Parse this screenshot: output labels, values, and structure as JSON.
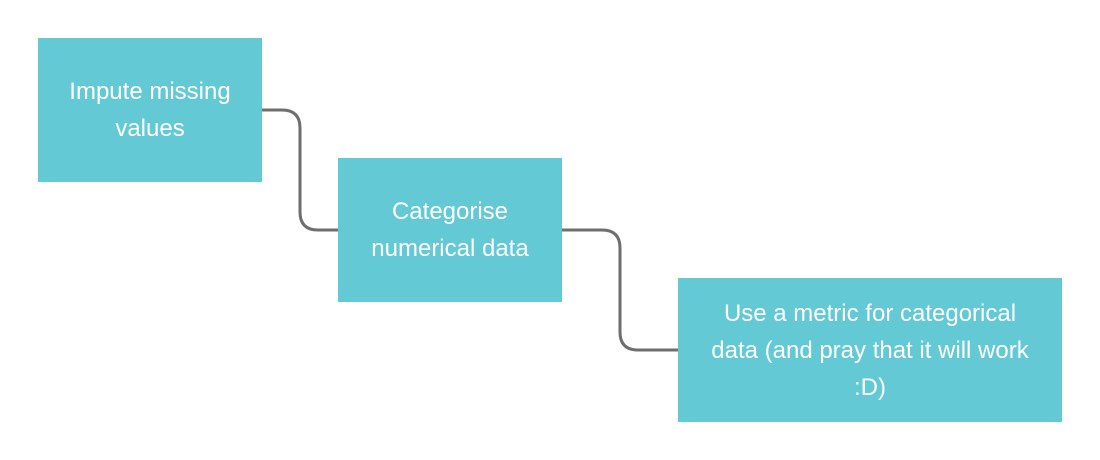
{
  "diagram": {
    "box_color": "#62c9d5",
    "text_color": "#ffffff",
    "connector_color": "#6e6e6e",
    "nodes": [
      {
        "id": "impute",
        "label": "Impute missing values"
      },
      {
        "id": "categorise",
        "label": "Categorise numerical data"
      },
      {
        "id": "metric",
        "label": "Use a metric for categorical data (and pray that it will work :D)"
      }
    ],
    "edges": [
      {
        "from": "impute",
        "to": "categorise"
      },
      {
        "from": "categorise",
        "to": "metric"
      }
    ]
  }
}
